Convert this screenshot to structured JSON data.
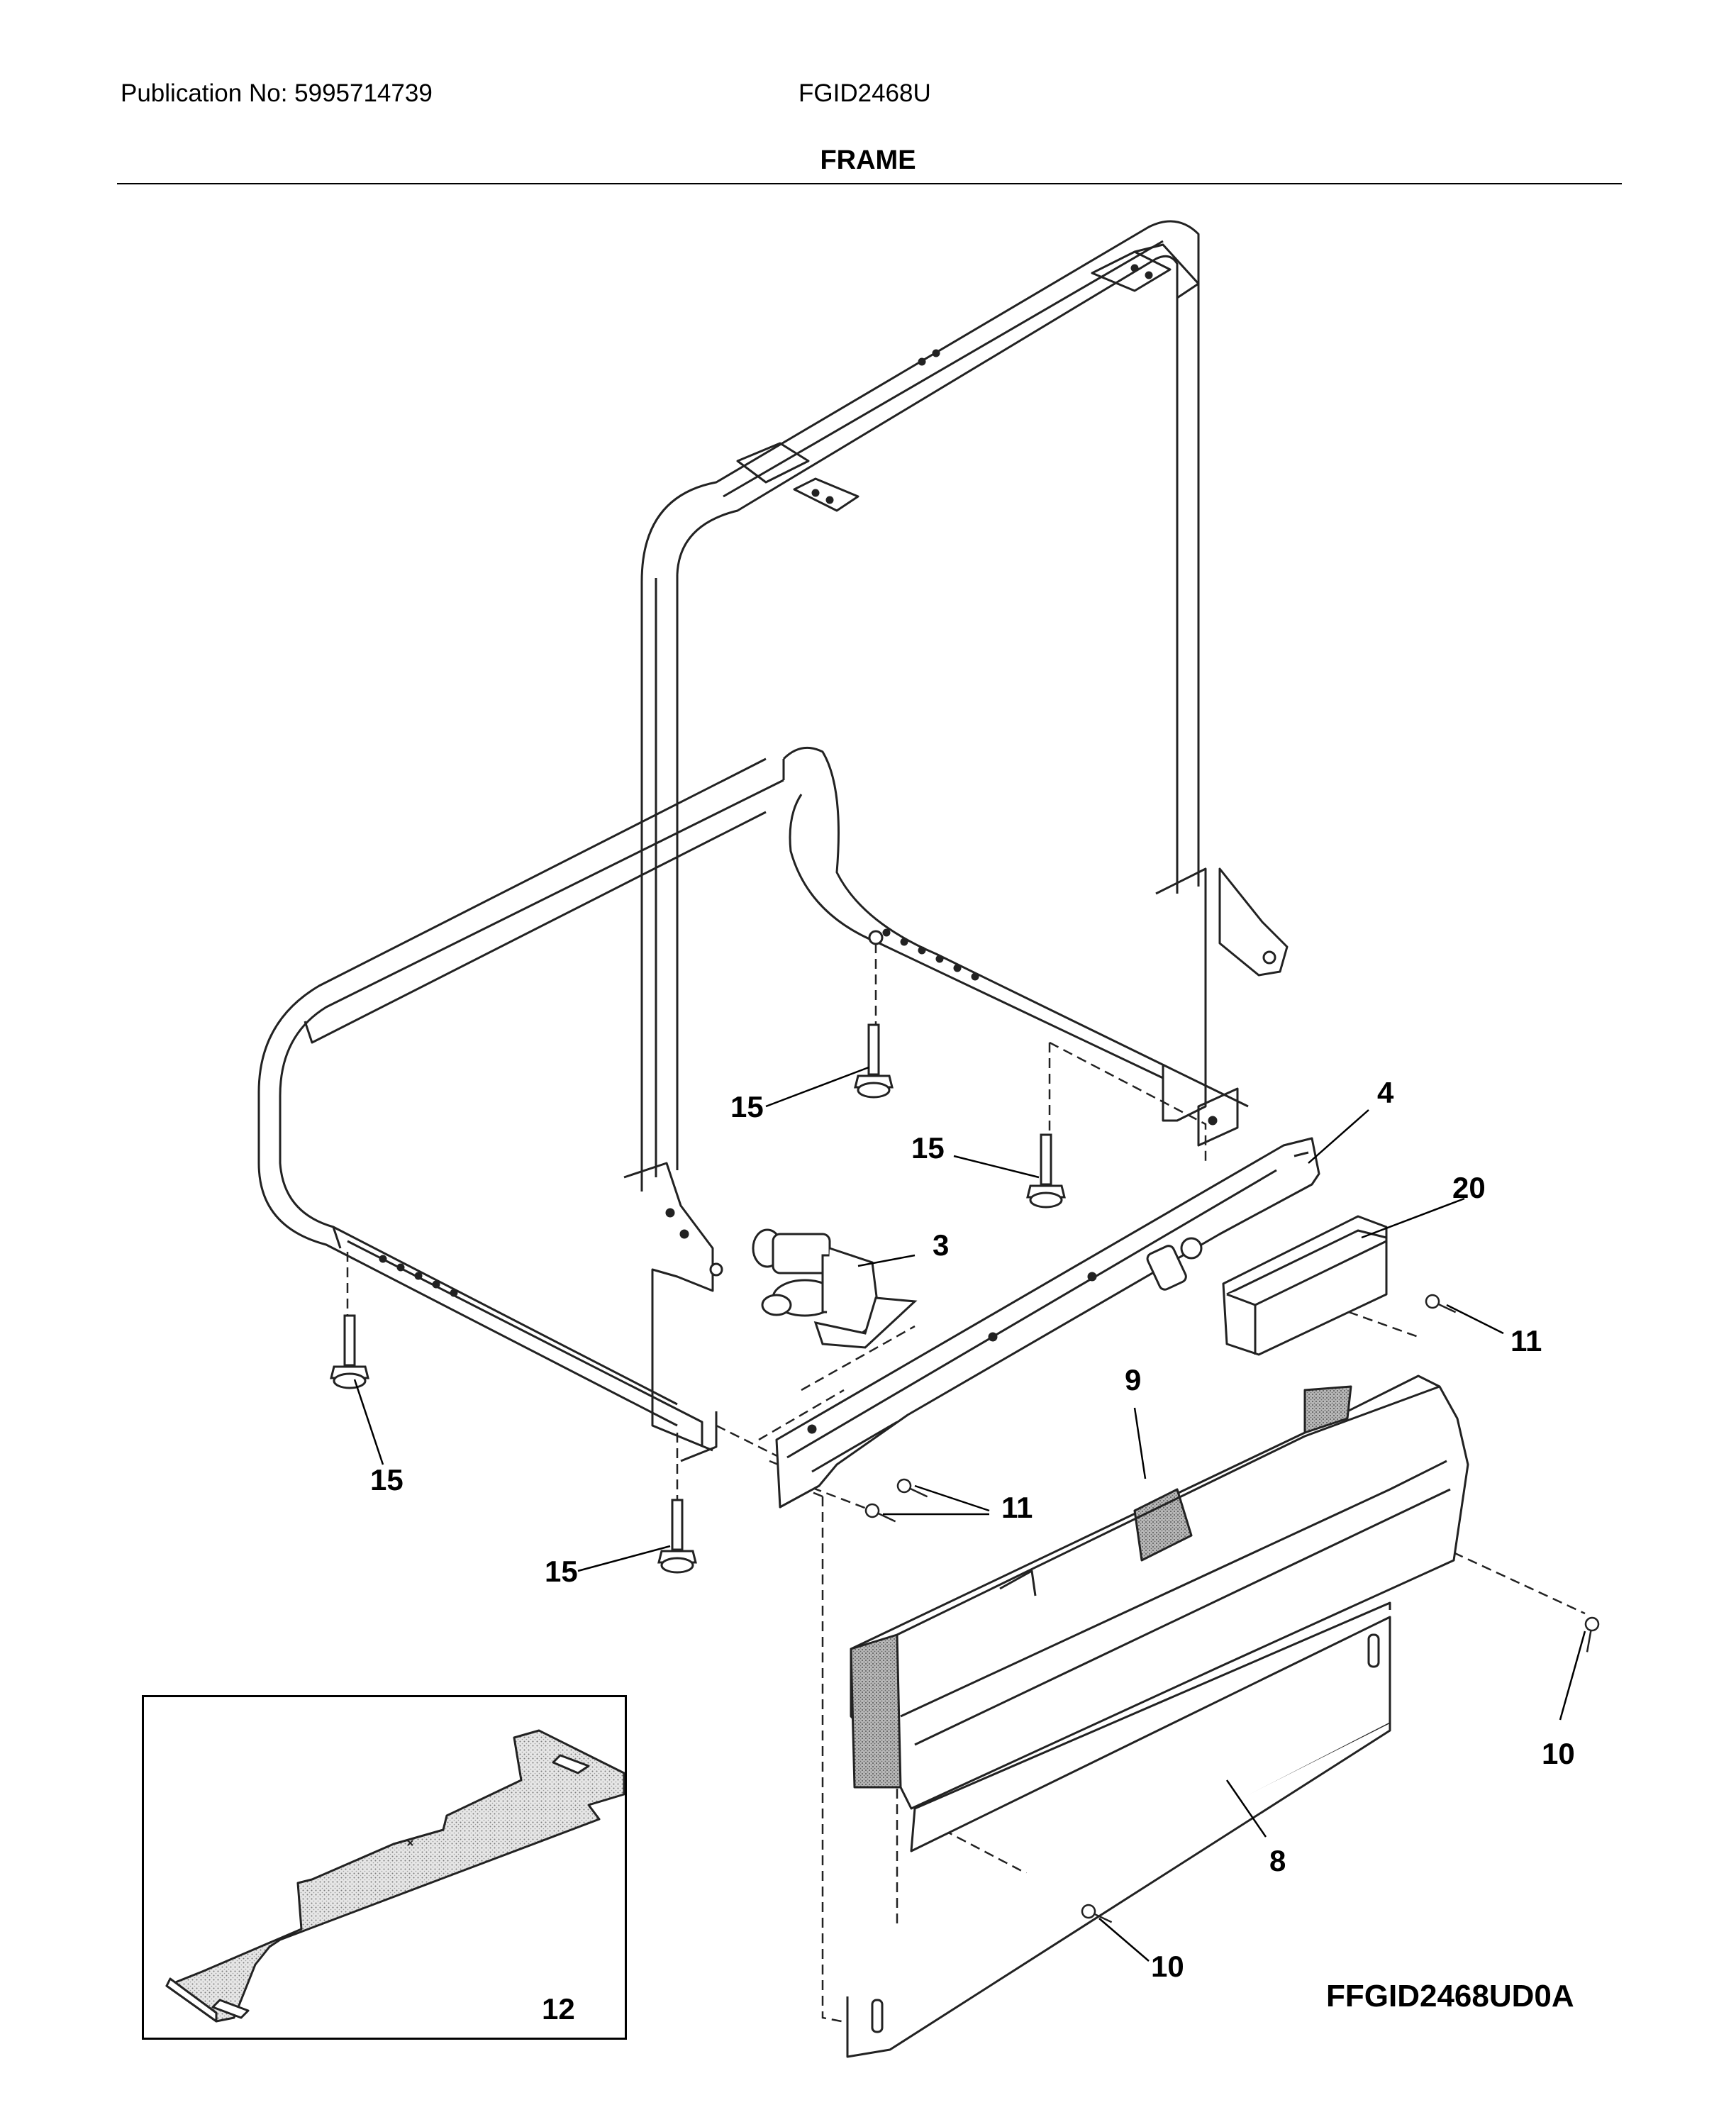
{
  "header": {
    "publication": "Publication No: 5995714739",
    "model": "FGID2468U",
    "section_title": "FRAME"
  },
  "callouts": [
    "15",
    "15",
    "15",
    "15",
    "4",
    "20",
    "3",
    "11",
    "11",
    "9",
    "10",
    "10",
    "8",
    "12"
  ],
  "diagram_id": "FFGID2468UD0A"
}
